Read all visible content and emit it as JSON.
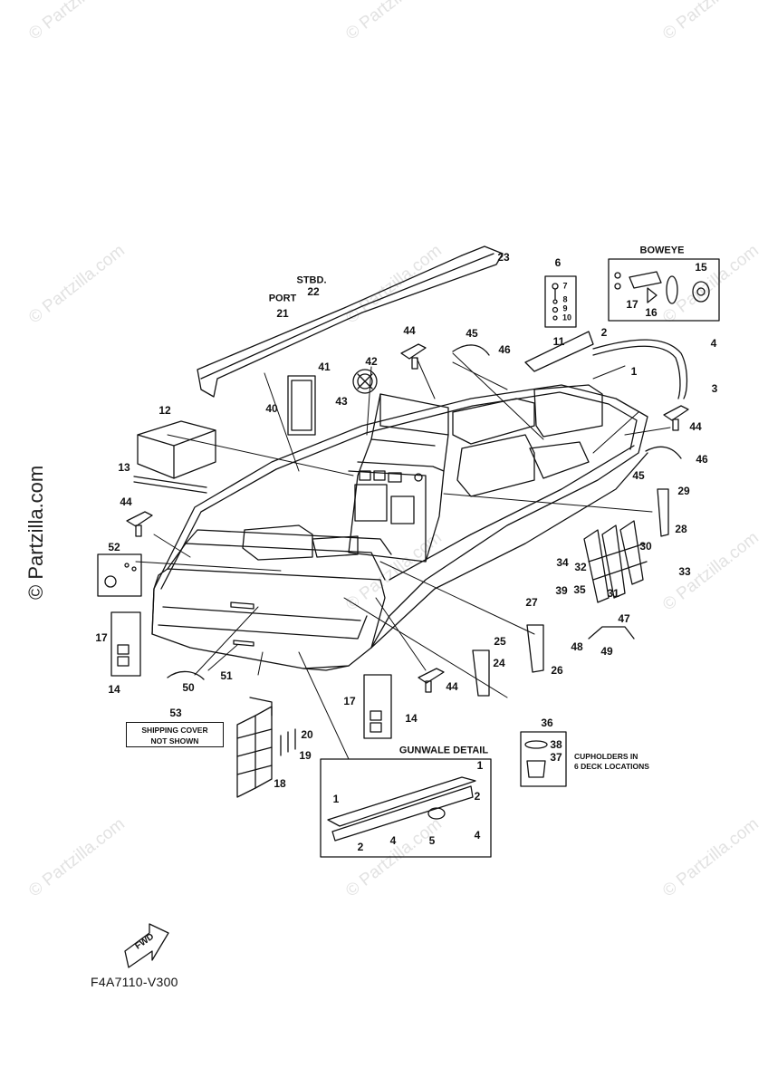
{
  "watermark": "© Partzilla.com",
  "watermark_main": "© Partzilla.com",
  "diagram_code": "F4A7110-V300",
  "section_labels": {
    "boweye": "BOWEYE",
    "gunwale_detail": "GUNWALE DETAIL",
    "stbd": "STBD.",
    "port": "PORT",
    "fwd": "FWD"
  },
  "shipping_cover": {
    "line1": "SHIPPING COVER",
    "line2": "NOT SHOWN"
  },
  "cupholders_note": {
    "line1": "CUPHOLDERS IN",
    "line2": "6 DECK LOCATIONS"
  },
  "callouts": {
    "c1": "1",
    "c2": "2",
    "c3": "3",
    "c4": "4",
    "c5": "5",
    "c6": "6",
    "c7": "7",
    "c8": "8",
    "c9": "9",
    "c10": "10",
    "c11": "11",
    "c12": "12",
    "c13": "13",
    "c14": "14",
    "c15": "15",
    "c16": "16",
    "c17": "17",
    "c18": "18",
    "c19": "19",
    "c20": "20",
    "c21": "21",
    "c22": "22",
    "c23": "23",
    "c24": "24",
    "c25": "25",
    "c26": "26",
    "c27": "27",
    "c28": "28",
    "c29": "29",
    "c30": "30",
    "c31": "31",
    "c32": "32",
    "c33": "33",
    "c34": "34",
    "c35": "35",
    "c36": "36",
    "c37": "37",
    "c38": "38",
    "c39": "39",
    "c40": "40",
    "c41": "41",
    "c42": "42",
    "c43": "43",
    "c44": "44",
    "c45": "45",
    "c46": "46",
    "c47": "47",
    "c48": "48",
    "c49": "49",
    "c50": "50",
    "c51": "51",
    "c52": "52",
    "c53": "53"
  }
}
